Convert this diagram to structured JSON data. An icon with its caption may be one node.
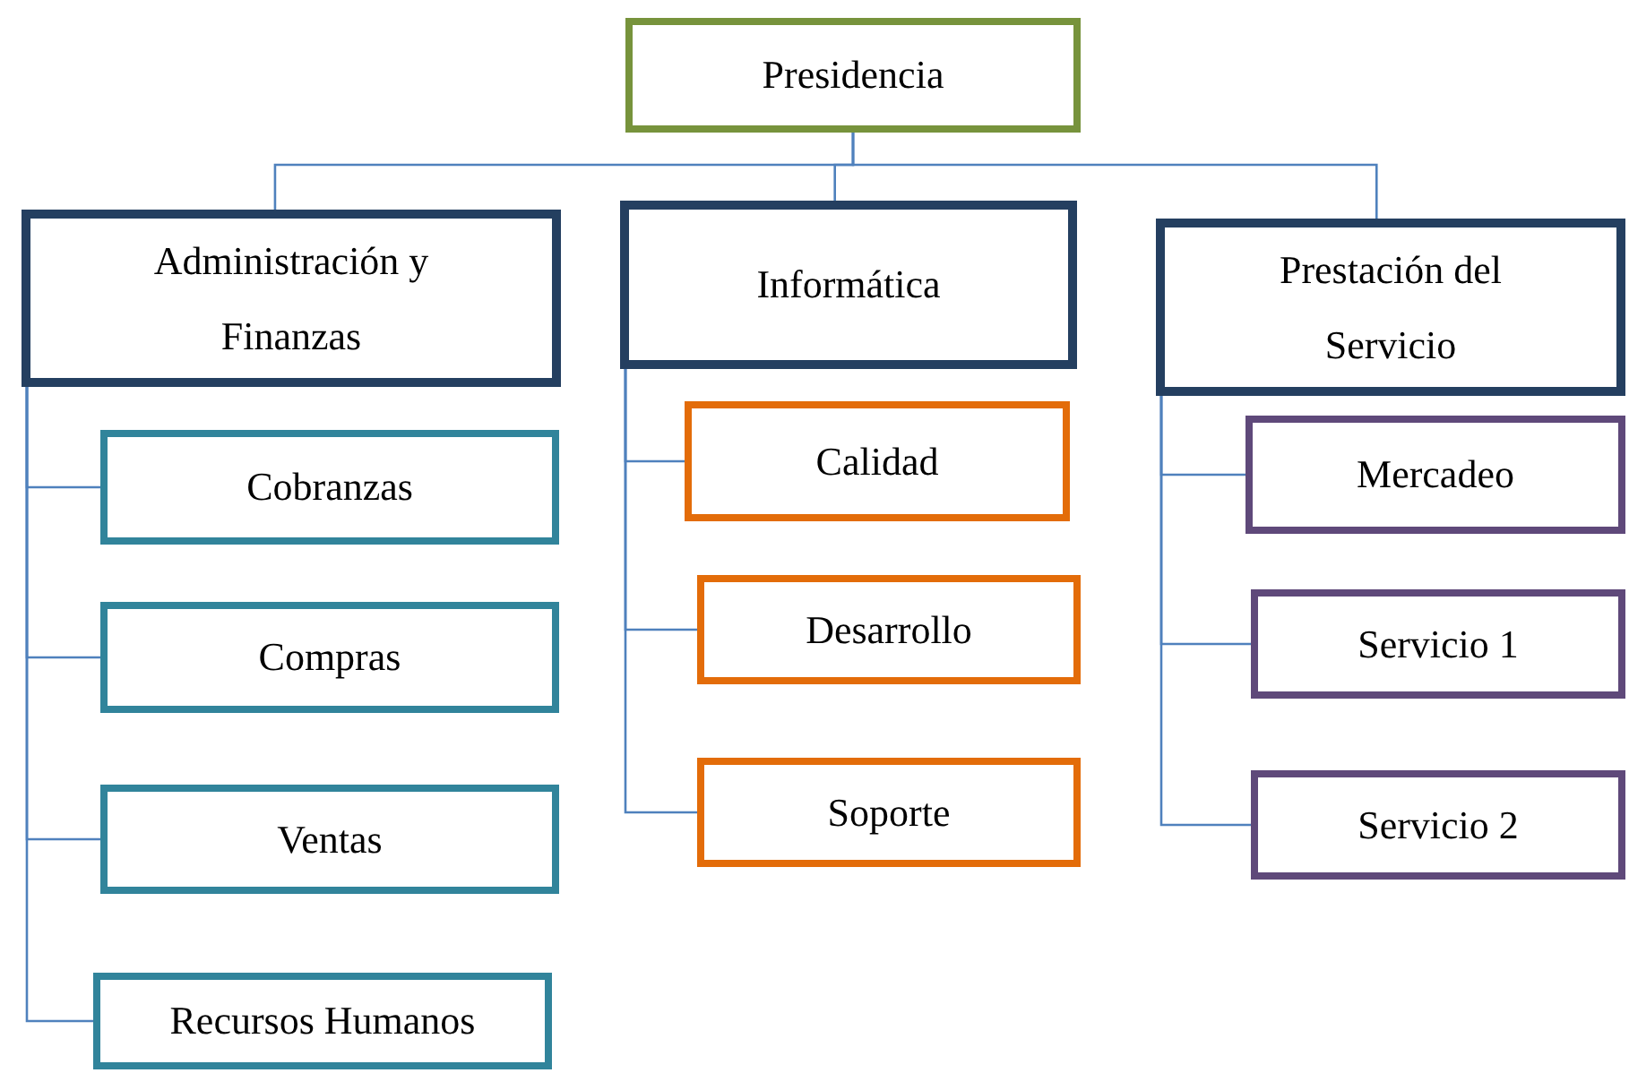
{
  "diagram": {
    "nodes": [
      {
        "text": [
          "Presidencia"
        ]
      },
      {
        "text": [
          "Administración y Finanzas"
        ]
      },
      {
        "text": [
          "Informática"
        ]
      },
      {
        "text": [
          "Prestación del Servicio"
        ]
      },
      {
        "text": [
          "Cobranzas"
        ]
      },
      {
        "text": [
          "Compras"
        ]
      },
      {
        "text": [
          "Ventas"
        ]
      },
      {
        "text": [
          "Recursos Humanos"
        ]
      },
      {
        "text": [
          "Calidad"
        ]
      },
      {
        "text": [
          "Desarrollo"
        ]
      },
      {
        "text": [
          "Soporte"
        ]
      },
      {
        "text": [
          "Mercadeo"
        ]
      },
      {
        "text": [
          "Servicio 1"
        ]
      },
      {
        "text": [
          "Servicio 2"
        ]
      }
    ],
    "edges": [
      {
        "from": 0,
        "to": 1,
        "arrow": "none"
      },
      {
        "from": 0,
        "to": 2,
        "arrow": "none"
      },
      {
        "from": 0,
        "to": 3,
        "arrow": "none"
      },
      {
        "from": 1,
        "to": 4,
        "arrow": "none"
      },
      {
        "from": 1,
        "to": 5,
        "arrow": "none"
      },
      {
        "from": 1,
        "to": 6,
        "arrow": "none"
      },
      {
        "from": 1,
        "to": 7,
        "arrow": "none"
      },
      {
        "from": 2,
        "to": 8,
        "arrow": "none"
      },
      {
        "from": 2,
        "to": 9,
        "arrow": "none"
      },
      {
        "from": 2,
        "to": 10,
        "arrow": "none"
      },
      {
        "from": 3,
        "to": 11,
        "arrow": "none"
      },
      {
        "from": 3,
        "to": 12,
        "arrow": "none"
      },
      {
        "from": 3,
        "to": 13,
        "arrow": "none"
      }
    ]
  }
}
